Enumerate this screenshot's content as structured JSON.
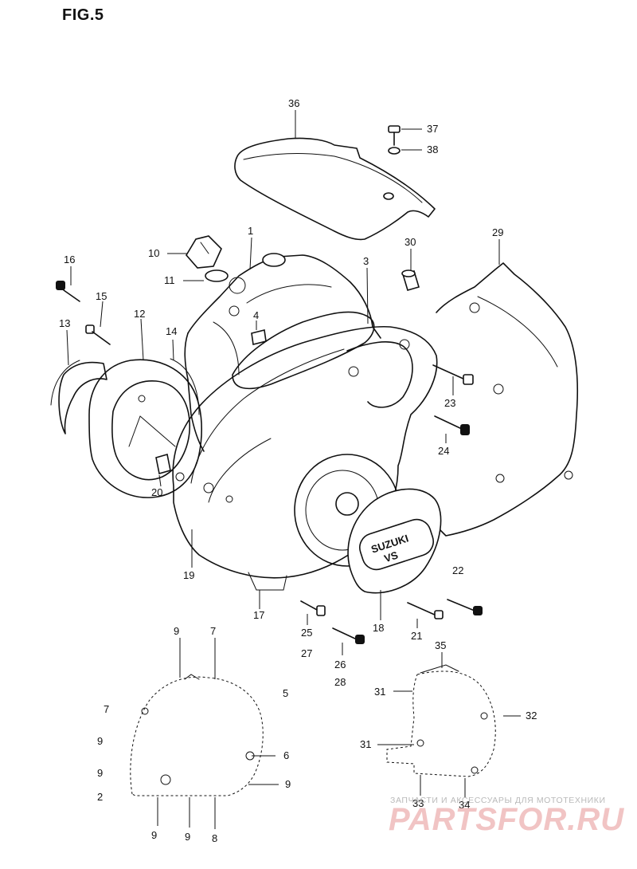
{
  "figure_title": "FIG.5",
  "badge": {
    "brand": "SUZUKI",
    "model": "VS"
  },
  "watermark": {
    "tagline": "ЗАПЧАСТИ И АКСЕССУАРЫ ДЛЯ МОТОТЕХНИКИ",
    "site": "PARTSFOR.RU"
  },
  "callouts": [
    {
      "id": "c36",
      "label": "36"
    },
    {
      "id": "c37",
      "label": "37"
    },
    {
      "id": "c38",
      "label": "38"
    },
    {
      "id": "c1",
      "label": "1"
    },
    {
      "id": "c29",
      "label": "29"
    },
    {
      "id": "c30",
      "label": "30"
    },
    {
      "id": "c10",
      "label": "10"
    },
    {
      "id": "c16",
      "label": "16"
    },
    {
      "id": "c11",
      "label": "11"
    },
    {
      "id": "c3",
      "label": "3"
    },
    {
      "id": "c15",
      "label": "15"
    },
    {
      "id": "c12",
      "label": "12"
    },
    {
      "id": "c13",
      "label": "13"
    },
    {
      "id": "c4",
      "label": "4"
    },
    {
      "id": "c14",
      "label": "14"
    },
    {
      "id": "c23",
      "label": "23"
    },
    {
      "id": "c24",
      "label": "24"
    },
    {
      "id": "c20",
      "label": "20"
    },
    {
      "id": "c22",
      "label": "22"
    },
    {
      "id": "c19",
      "label": "19"
    },
    {
      "id": "c17",
      "label": "17"
    },
    {
      "id": "c25",
      "label": "25"
    },
    {
      "id": "c27",
      "label": "27"
    },
    {
      "id": "c18",
      "label": "18"
    },
    {
      "id": "c21",
      "label": "21"
    },
    {
      "id": "c26",
      "label": "26"
    },
    {
      "id": "c28",
      "label": "28"
    },
    {
      "id": "c35",
      "label": "35"
    },
    {
      "id": "c9a",
      "label": "9"
    },
    {
      "id": "c7a",
      "label": "7"
    },
    {
      "id": "c5",
      "label": "5"
    },
    {
      "id": "c31a",
      "label": "31"
    },
    {
      "id": "c7b",
      "label": "7"
    },
    {
      "id": "c32",
      "label": "32"
    },
    {
      "id": "c9b",
      "label": "9"
    },
    {
      "id": "c31b",
      "label": "31"
    },
    {
      "id": "c6",
      "label": "6"
    },
    {
      "id": "c9c",
      "label": "9"
    },
    {
      "id": "c9d",
      "label": "9"
    },
    {
      "id": "c2",
      "label": "2"
    },
    {
      "id": "c33",
      "label": "33"
    },
    {
      "id": "c34",
      "label": "34"
    },
    {
      "id": "c9e",
      "label": "9"
    },
    {
      "id": "c9f",
      "label": "9"
    },
    {
      "id": "c8",
      "label": "8"
    }
  ]
}
